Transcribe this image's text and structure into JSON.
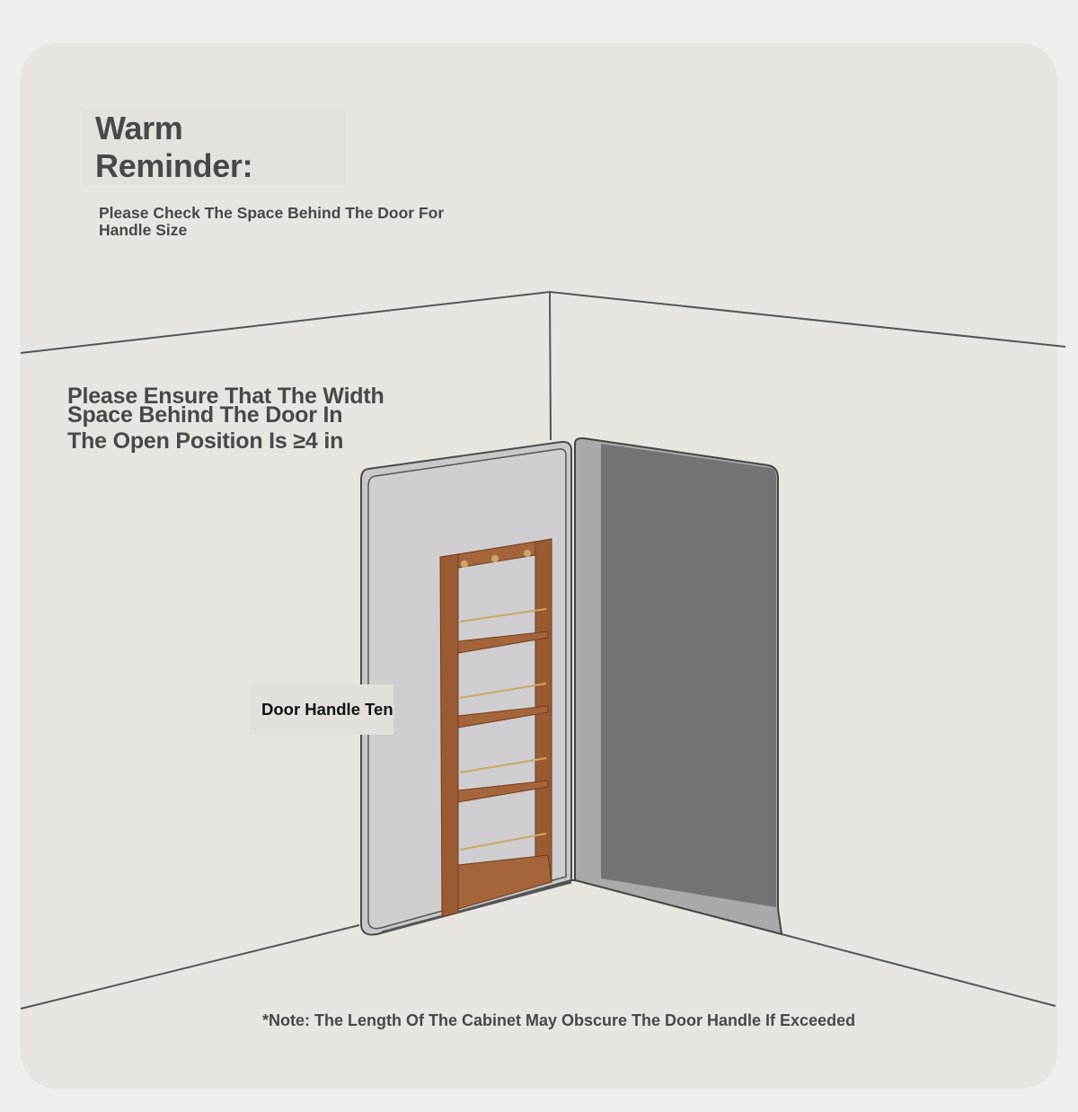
{
  "title": "Warm Reminder:",
  "subtitle": "Please Check The Space Behind The Door For Handle Size",
  "width_note": {
    "line1": "Please Ensure That The Width",
    "line2": "Space Behind The Door In",
    "line3": "The Open Position Is ≥4 in"
  },
  "handle_label": "Door Handle Ten",
  "footnote": "*Note: The Length Of The Cabinet May Obscure The Door Handle If Exceeded",
  "colors": {
    "page_background": "#f0eeea",
    "card_background": "#e8e5e1",
    "text": "#4a4846",
    "door_panel": "#cbc9cb",
    "door_opening": "#737373",
    "cabinet_wood": "#9a5a32",
    "rail_brass": "#c9a86a"
  }
}
